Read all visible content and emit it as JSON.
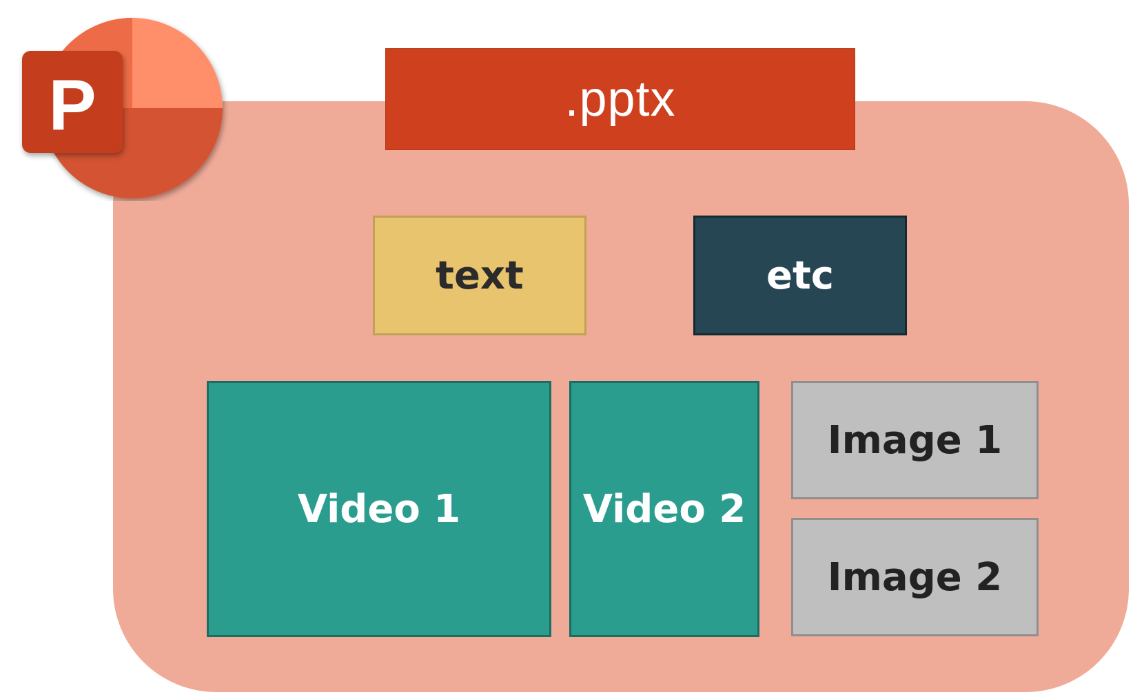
{
  "header": {
    "title": ".pptx"
  },
  "logo": {
    "icon": "powerpoint-logo-icon",
    "letter": "P",
    "colors": {
      "pie_light": "#FF8F6B",
      "pie_mid": "#ED6C47",
      "pie_dark": "#D35230",
      "tile": "#C43E1C"
    }
  },
  "components": {
    "text": "text",
    "etc": "etc",
    "video1": "Video 1",
    "video2": "Video 2",
    "image1": "Image 1",
    "image2": "Image 2"
  },
  "colors": {
    "container": "#F0AA98",
    "title_bar": "#CF401E",
    "text_box": "#E8C46E",
    "etc_box": "#264653",
    "video": "#2A9D8F",
    "image": "#BFBFBF"
  }
}
